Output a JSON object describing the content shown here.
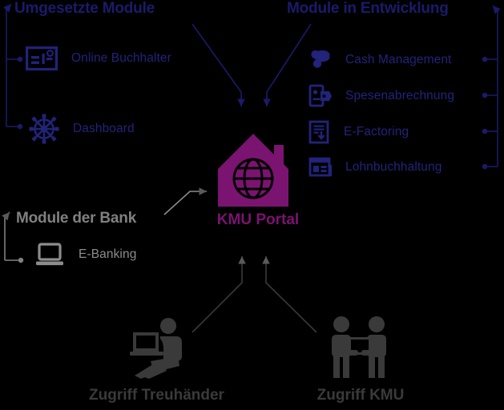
{
  "diagram": {
    "title": "KMU Portal",
    "background": "#000000",
    "colors": {
      "navy": "#1A1B6B",
      "navy_text": "#22237A",
      "purple": "#7B1370",
      "grey": "#8C8C8C",
      "grey_dark": "#3A3A3A",
      "arrow_grey": "#5A5A5A"
    }
  },
  "groups": {
    "implemented": {
      "title": "Umgesetzte Module",
      "color": "#1A1B6B",
      "items": [
        {
          "label": "Online Buchhalter",
          "icon": "ledger-card-icon"
        },
        {
          "label": "Dashboard",
          "icon": "ships-wheel-icon"
        }
      ]
    },
    "development": {
      "title": "Module in Entwicklung",
      "color": "#1A1B6B",
      "items": [
        {
          "label": "Cash Management",
          "icon": "coins-icon"
        },
        {
          "label": "Spesenabrechnung",
          "icon": "receipt-tag-icon"
        },
        {
          "label": "E-Factoring",
          "icon": "invoice-document-icon"
        },
        {
          "label": "Lohnbuchhaltung",
          "icon": "payroll-calendar-icon"
        }
      ]
    },
    "bank": {
      "title": "Module der Bank",
      "color": "#808080",
      "items": [
        {
          "label": "E-Banking",
          "icon": "laptop-icon"
        }
      ]
    }
  },
  "center": {
    "label": "KMU Portal",
    "icon": "house-globe-icon",
    "color": "#7B1370"
  },
  "actors": [
    {
      "label": "Zugriff Treuhänder",
      "icon": "person-at-laptop-icon"
    },
    {
      "label": "Zugriff KMU",
      "icon": "two-people-document-icon"
    }
  ]
}
